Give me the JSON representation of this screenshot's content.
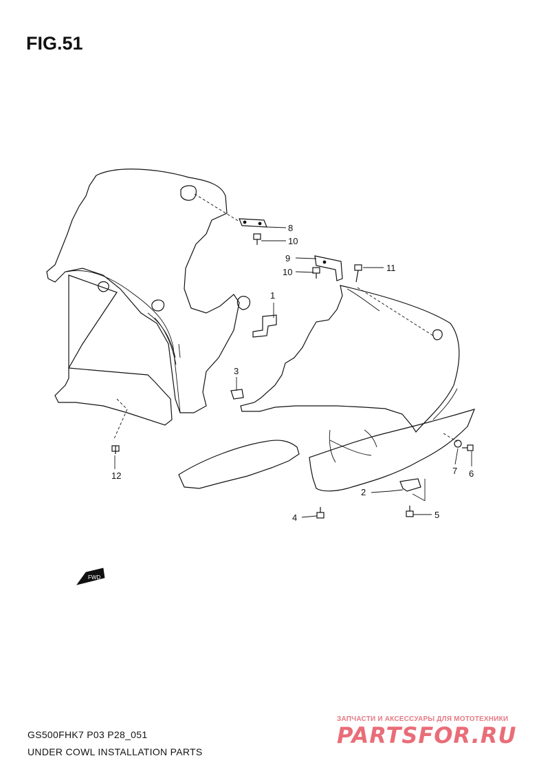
{
  "figure": {
    "title": "FIG.51"
  },
  "callouts": [
    {
      "id": "c1",
      "label": "1"
    },
    {
      "id": "c2",
      "label": "2"
    },
    {
      "id": "c3",
      "label": "3"
    },
    {
      "id": "c4",
      "label": "4"
    },
    {
      "id": "c5",
      "label": "5"
    },
    {
      "id": "c6",
      "label": "6"
    },
    {
      "id": "c7",
      "label": "7"
    },
    {
      "id": "c8",
      "label": "8"
    },
    {
      "id": "c9",
      "label": "9"
    },
    {
      "id": "c10a",
      "label": "10"
    },
    {
      "id": "c10b",
      "label": "10"
    },
    {
      "id": "c11",
      "label": "11"
    },
    {
      "id": "c12",
      "label": "12"
    }
  ],
  "fwd_label": "FWD",
  "footer": {
    "model": "GS500FHK7 P03 P28_051",
    "title": "UNDER COWL INSTALLATION PARTS"
  },
  "watermark": {
    "tagline": "ЗАПЧАСТИ И АКСЕССУАРЫ ДЛЯ МОТОТЕХНИКИ",
    "logo": "PARTSFOR.RU"
  }
}
